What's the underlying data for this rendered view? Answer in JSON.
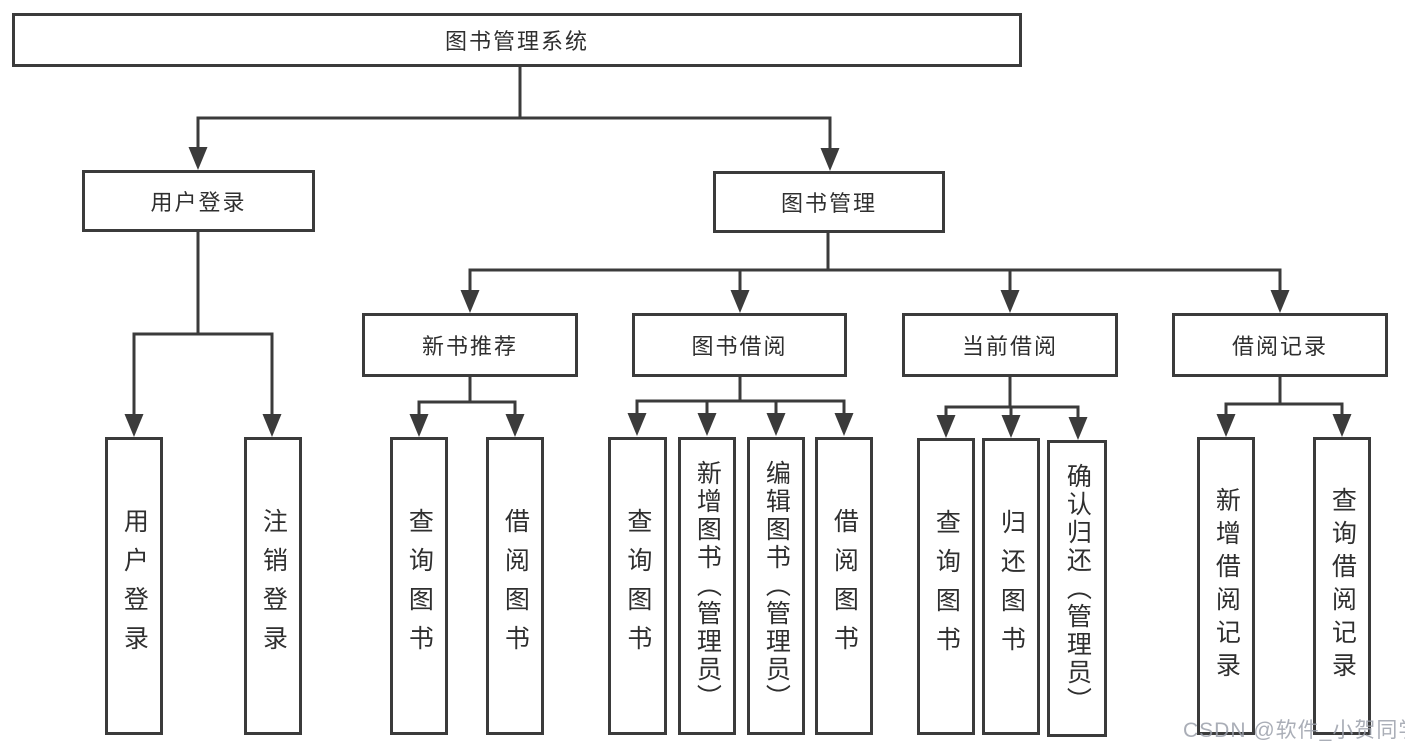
{
  "tree": {
    "root": "图书管理系统",
    "branches": [
      {
        "label": "用户登录",
        "children": [
          "用户登录",
          "注销登录"
        ]
      },
      {
        "label": "图书管理",
        "groups": [
          {
            "label": "新书推荐",
            "children": [
              "查询图书",
              "借阅图书"
            ]
          },
          {
            "label": "图书借阅",
            "children": [
              "查询图书",
              "新增图书（管理员）",
              "编辑图书（管理员）",
              "借阅图书"
            ]
          },
          {
            "label": "当前借阅",
            "children": [
              "查询图书",
              "归还图书",
              "确认归还（管理员）"
            ]
          },
          {
            "label": "借阅记录",
            "children": [
              "新增借阅记录",
              "查询借阅记录"
            ]
          }
        ]
      }
    ]
  },
  "colors": {
    "line": "#3b3b3b",
    "text": "#2f2f2f",
    "watermark": "#9ba0aa"
  },
  "watermark": "CSDN @软件_小贺同学"
}
